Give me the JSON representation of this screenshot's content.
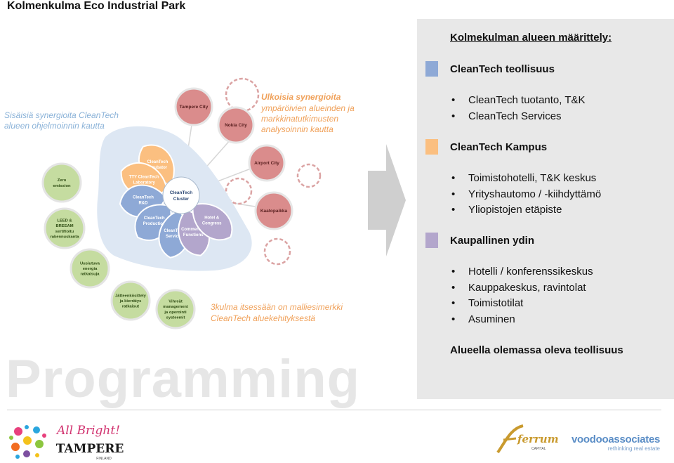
{
  "page_title": "Kolmenkulma Eco Industrial Park",
  "watermark": "Programming",
  "diagram": {
    "left_note_line1": "Sisäisiä synergioita CleanTech",
    "left_note_line2": "alueen ohjelmoinnin kautta",
    "right_note_line1": "Ulkoisia synergioita",
    "right_note_line2": "ympäröivien alueinden ja",
    "right_note_line3": "markkinatutkimusten",
    "right_note_line4": "analysoinnin kautta",
    "bottom_note_line1": "3kulma itsessään on malliesimerkki",
    "bottom_note_line2": "CleanTech aluekehityksestä",
    "hub": [
      "CleanTech",
      "Cluster"
    ],
    "petals": [
      {
        "lines": [
          "CleanTech",
          "Incubator"
        ],
        "color": "#fbbf80"
      },
      {
        "lines": [
          "TTY CleanTech",
          "Laboratory"
        ],
        "color": "#fbbf80"
      },
      {
        "lines": [
          "CleanTech",
          "R&D"
        ],
        "color": "#8ea9d6"
      },
      {
        "lines": [
          "CleanTech",
          "Production"
        ],
        "color": "#8ea9d6"
      },
      {
        "lines": [
          "CleanTech",
          "Services"
        ],
        "color": "#8ea9d6"
      },
      {
        "lines": [
          "Commercial",
          "Functions"
        ],
        "color": "#b3a6cc"
      },
      {
        "lines": [
          "Hotel &",
          "Congress"
        ],
        "color": "#b3a6cc"
      }
    ],
    "cities": [
      {
        "label": "Tampere City",
        "color": "#da8c8c"
      },
      {
        "label": "Nokia City",
        "color": "#da8c8c"
      },
      {
        "label": "Airport City",
        "color": "#da8c8c"
      },
      {
        "label": "Kaatopaikka",
        "color": "#da8c8c"
      }
    ],
    "green_circles": [
      {
        "lines": [
          "Zero",
          "emission"
        ]
      },
      {
        "lines": [
          "LEED &",
          "BREEAM",
          "sertifioitu",
          "rakennuskanta"
        ]
      },
      {
        "lines": [
          "Uusiutuva",
          "energia",
          "ratkaisuja"
        ]
      },
      {
        "lines": [
          "Jätteenkösittely",
          "ja kierrätys",
          "ratkaisut"
        ]
      },
      {
        "lines": [
          "Vihreät",
          "management",
          "ja operointi",
          "systeemit"
        ]
      }
    ],
    "colors": {
      "green": "#c5dca0",
      "blob": "#dde7f3",
      "orange_text": "#f0a15a",
      "blue_text": "#8ab2d8",
      "dash": "#dba3a3"
    }
  },
  "panel": {
    "title": "Kolmekulman alueen määrittely:",
    "sections": [
      {
        "heading": "CleanTech teollisuus",
        "color": "#8ea9d6",
        "items": [
          "CleanTech tuotanto, T&K",
          "CleanTech Services"
        ]
      },
      {
        "heading": "CleanTech Kampus",
        "color": "#fbbf80",
        "items": [
          "Toimistohotelli, T&K keskus",
          "Yrityshautomo / -kiihdyttämö",
          "Yliopistojen etäpiste"
        ]
      },
      {
        "heading": "Kaupallinen ydin",
        "color": "#b3a6cc",
        "items": [
          "Hotelli / konferenssikeskus",
          "Kauppakeskus, ravintolat",
          "Toimistotilat",
          "Asuminen"
        ]
      },
      {
        "heading": "Alueella olemassa oleva teollisuus",
        "color": "",
        "items": []
      }
    ]
  },
  "footer": {
    "tampere_tagline": "All Bright!",
    "tampere_name": "TAMPERE",
    "tampere_sub": "FINLAND",
    "ferrum_name": "ferrum",
    "ferrum_sub": "CAPITAL",
    "voodoo_name": "voodooassociates",
    "voodoo_tagline": "rethinking real estate"
  }
}
